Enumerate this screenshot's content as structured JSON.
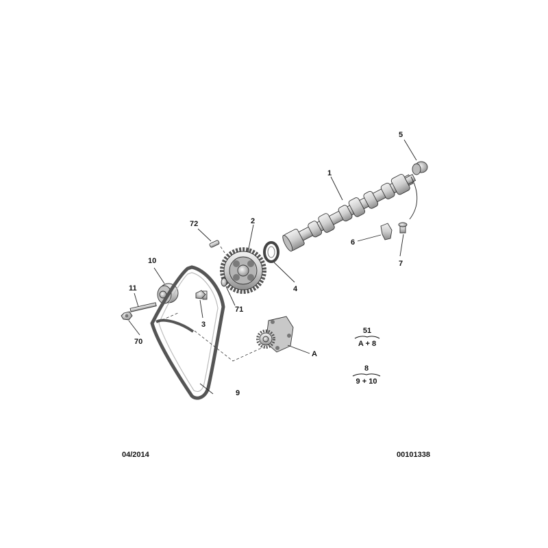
{
  "callouts": {
    "c1": "1",
    "c2": "2",
    "c3": "3",
    "c4": "4",
    "c5": "5",
    "c6": "6",
    "c7": "7",
    "c9": "9",
    "c10": "10",
    "c11": "11",
    "c70": "70",
    "c71": "71",
    "c72": "72",
    "cA": "A"
  },
  "kits": {
    "k1_top": "51",
    "k1_bottom": "A + 8",
    "k2_top": "8",
    "k2_bottom": "9 + 10"
  },
  "footer": {
    "date": "04/2014",
    "ref": "00101338"
  },
  "colors": {
    "part_fill": "#d9d9d9",
    "part_dark": "#8c8c8c",
    "belt": "#5a5a5a",
    "line": "#222222"
  }
}
